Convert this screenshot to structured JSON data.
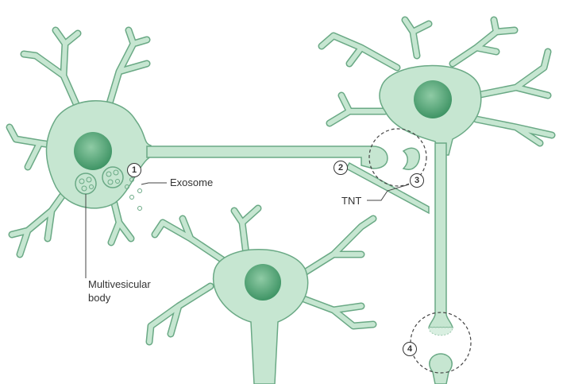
{
  "labels": {
    "exosome": "Exosome",
    "tnt": "TNT",
    "multivesicular_line1": "Multivesicular",
    "multivesicular_line2": "body"
  },
  "markers": [
    "1",
    "2",
    "3",
    "4"
  ],
  "colors": {
    "cell_fill": "#c6e6d1",
    "cell_outline": "#6aa985",
    "nucleus": "#4c9e70",
    "nucleus_light": "#8fcba5",
    "line": "#444444"
  }
}
